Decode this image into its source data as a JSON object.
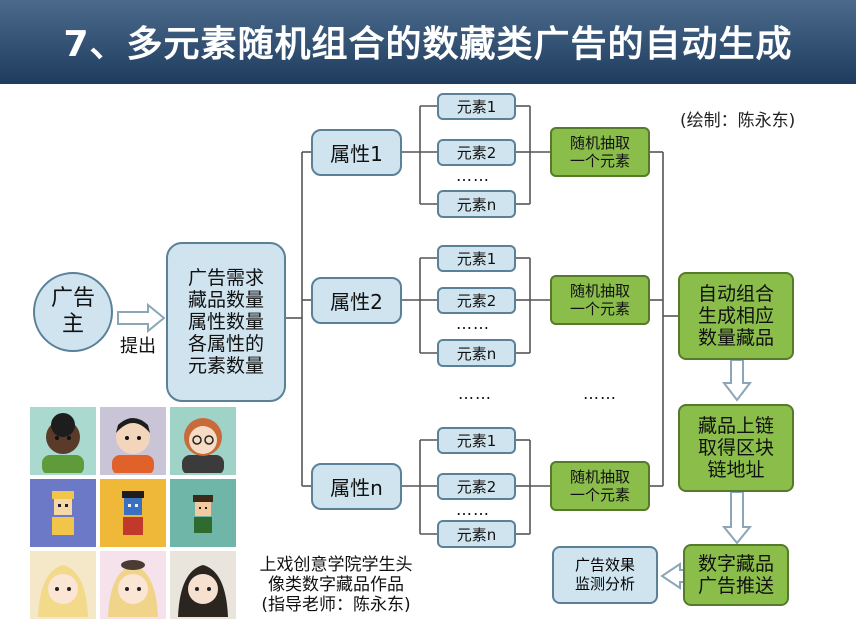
{
  "title": "7、多元素随机组合的数藏类广告的自动生成",
  "credit": "(绘制：陈永东)",
  "advertiser": "广告\n主",
  "submit_label": "提出",
  "requirements": "广告需求\n藏品数量\n属性数量\n各属性的\n元素数量",
  "attributes": [
    {
      "label": "属性1",
      "elements": [
        "元素1",
        "元素2",
        "……",
        "元素n"
      ],
      "pick": "随机抽取\n一个元素"
    },
    {
      "label": "属性2",
      "elements": [
        "元素1",
        "元素2",
        "……",
        "元素n"
      ],
      "pick": "随机抽取\n一个元素"
    },
    {
      "label": "属性n",
      "elements": [
        "元素1",
        "元素2",
        "……",
        "元素n"
      ],
      "pick": "随机抽取\n一个元素"
    }
  ],
  "ellipsis_middle": "……",
  "ellipsis_right": "……",
  "flow": {
    "combine": "自动组合\n生成相应\n数量藏品",
    "chain": "藏品上链\n取得区块\n链地址",
    "push": "数字藏品\n广告推送",
    "monitor": "广告效果\n监测分析"
  },
  "caption": "上戏创意学院学生头\n像类数字藏品作品\n(指导老师：陈永东)",
  "colors": {
    "title_bg": "#2a4a6e",
    "blue_box": "#cfe4ef",
    "green_box": "#8bbd4b",
    "line": "#555555",
    "arrow": "#8aa6b8"
  }
}
